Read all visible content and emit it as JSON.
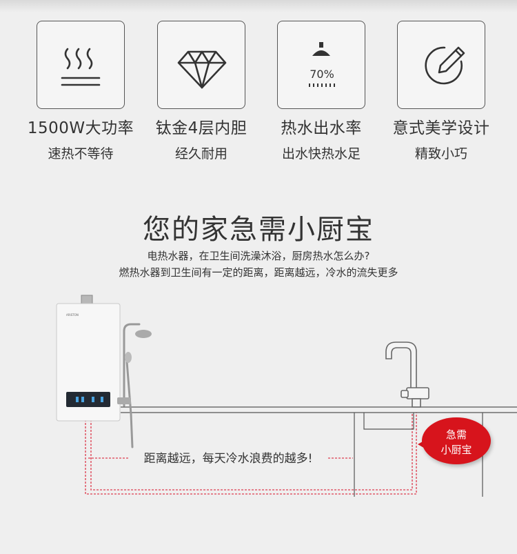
{
  "features": [
    {
      "icon": "heat-waves-icon",
      "title": "1500W大功率",
      "sub": "速热不等待"
    },
    {
      "icon": "diamond-icon",
      "title": "钛金4层内胆",
      "sub": "经久耐用"
    },
    {
      "icon": "shower-icon",
      "icon_text": "70%",
      "title": "热水出水率",
      "sub": "出水快热水足"
    },
    {
      "icon": "pen-icon",
      "title": "意式美学设计",
      "sub": "精致小巧"
    }
  ],
  "headline": "您的家急需小厨宝",
  "desc": {
    "line1": "电热水器，在卫生间洗澡沐浴，厨房热水怎么办?",
    "line2": "燃热水器到卫生间有一定的距离，距离越远，冷水的流失更多"
  },
  "scene": {
    "waste_label": "距离越远，每天冷水浪费的越多!",
    "bubble_line1": "急需",
    "bubble_line2": "小厨宝",
    "brand": "ARISTON"
  },
  "colors": {
    "accent": "#d7141c",
    "pipe": "#e05a6a",
    "background": "#efefef"
  }
}
